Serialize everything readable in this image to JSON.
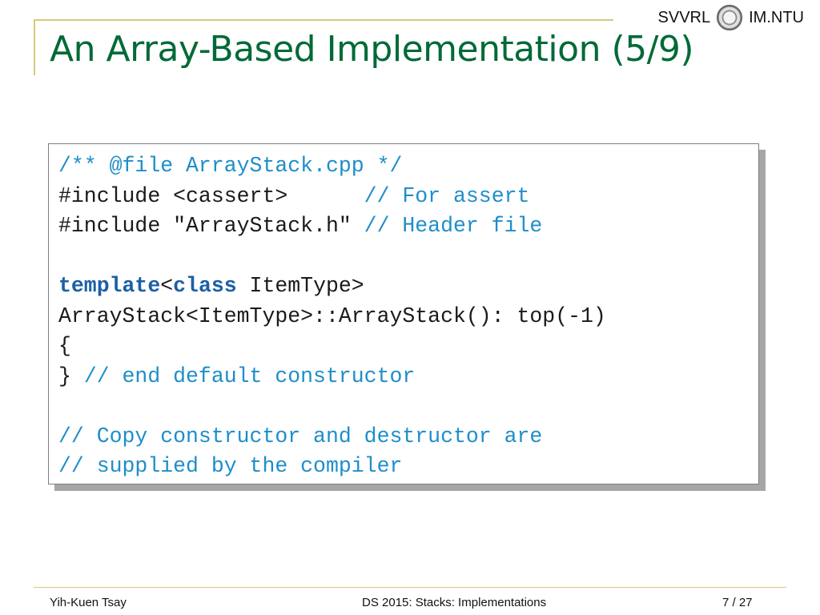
{
  "header": {
    "org_left": "SVVRL",
    "org_right": "IM.NTU",
    "seal_icon": "university-seal-icon"
  },
  "title": "An Array-Based Implementation (5/9)",
  "code": {
    "line1": "/** @file ArrayStack.cpp */",
    "line2_code": "#include <cassert>      ",
    "line2_comment": "// For assert",
    "line3_code": "#include \"ArrayStack.h\" ",
    "line3_comment": "// Header file",
    "line5_kw1": "template",
    "line5_lt": "<",
    "line5_kw2": "class",
    "line5_rest": " ItemType>",
    "line6": "ArrayStack<ItemType>::ArrayStack(): top(-1)",
    "line7": "{",
    "line8_code": "} ",
    "line8_comment": "// end default constructor",
    "line10": "// Copy constructor and destructor are",
    "line11": "// supplied by the compiler"
  },
  "footer": {
    "author": "Yih-Kuen Tsay",
    "course": "DS 2015: Stacks: Implementations",
    "page": "7 / 27"
  },
  "colors": {
    "title": "#006a36",
    "comment": "#1e8ec9",
    "keyword": "#1d5fa5",
    "rule": "#d9c87a"
  }
}
